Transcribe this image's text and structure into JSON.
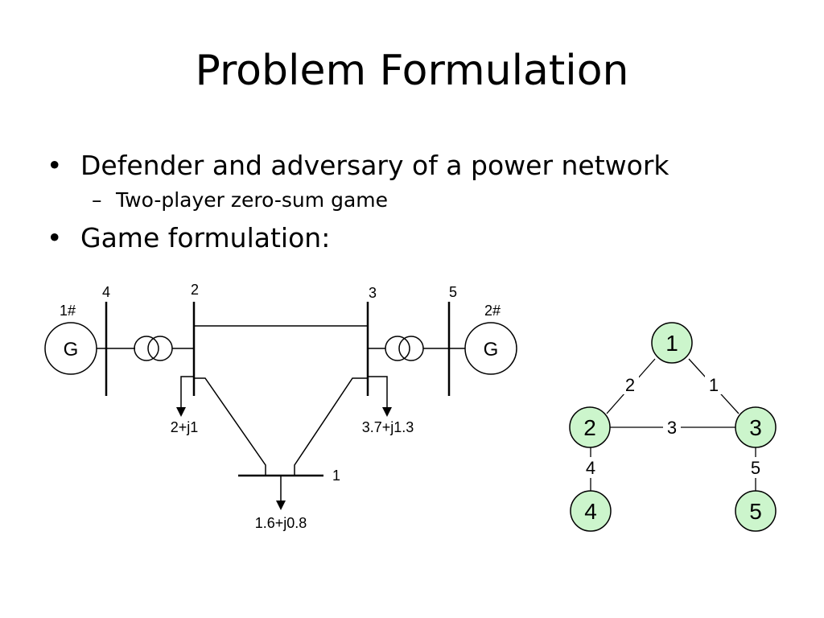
{
  "slide": {
    "title": "Problem Formulation",
    "bullets": [
      {
        "text": "Defender and adversary of a power network",
        "subbullets": [
          "Two-player zero-sum game"
        ]
      },
      {
        "text": "Game formulation:",
        "subbullets": []
      }
    ]
  },
  "power_network": {
    "bus_labels": [
      "4",
      "2",
      "3",
      "5",
      "1"
    ],
    "generators": [
      {
        "id_label": "1#",
        "symbol": "G"
      },
      {
        "id_label": "2#",
        "symbol": "G"
      }
    ],
    "loads": [
      "2+j1",
      "3.7+j1.3",
      "1.6+j0.8"
    ]
  },
  "graph": {
    "nodes": [
      "1",
      "2",
      "3",
      "4",
      "5"
    ],
    "edges": [
      {
        "label": "1",
        "from": "1",
        "to": "3"
      },
      {
        "label": "2",
        "from": "1",
        "to": "2"
      },
      {
        "label": "3",
        "from": "2",
        "to": "3"
      },
      {
        "label": "4",
        "from": "2",
        "to": "4"
      },
      {
        "label": "5",
        "from": "3",
        "to": "5"
      }
    ],
    "node_fill": "#ccf5cc",
    "node_stroke": "#000000"
  }
}
